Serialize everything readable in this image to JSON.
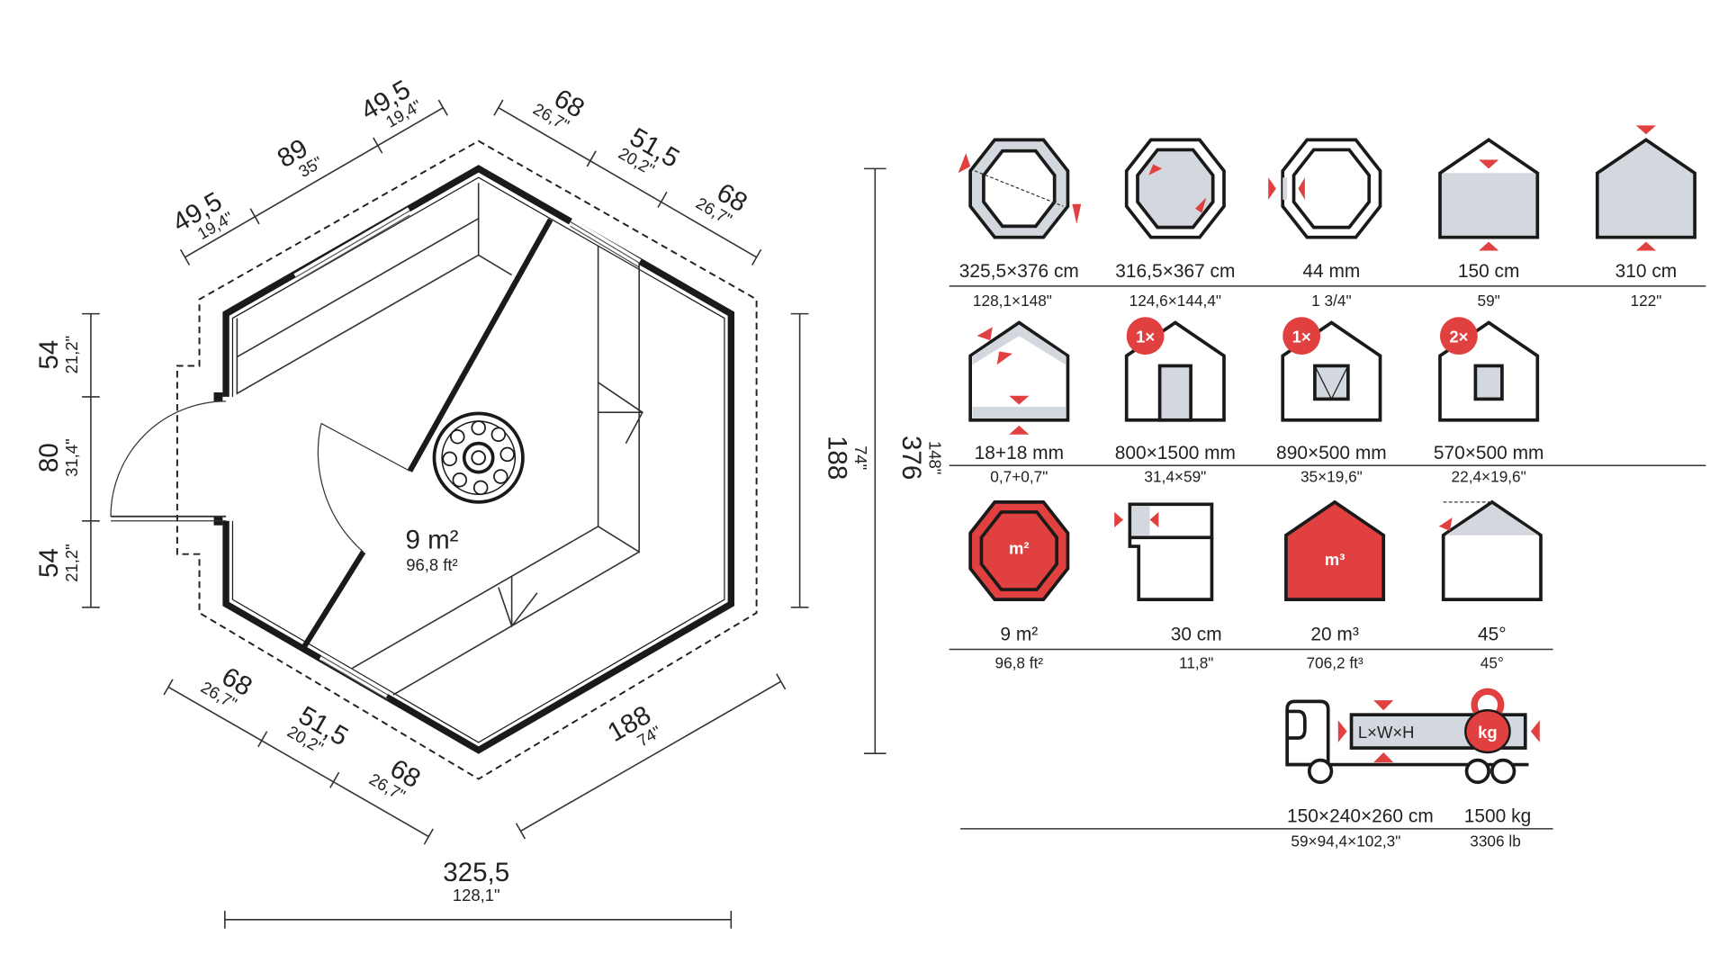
{
  "floor_plan": {
    "area": "9 m²",
    "area_imperial": "96,8 ft²",
    "left": [
      {
        "cm": "54",
        "in": "21,2\""
      },
      {
        "cm": "80",
        "in": "31,4\""
      },
      {
        "cm": "54",
        "in": "21,2\""
      }
    ],
    "right_wall": {
      "cm": "188",
      "in": "74\""
    },
    "depth": {
      "cm": "376",
      "in": "148\""
    },
    "width": {
      "cm": "325,5",
      "in": "128,1\""
    },
    "top_left": [
      {
        "cm": "49,5",
        "in": "19,4\""
      },
      {
        "cm": "89",
        "in": "35\""
      },
      {
        "cm": "49,5",
        "in": "19,4\""
      }
    ],
    "top_right": [
      {
        "cm": "68",
        "in": "26,7\""
      },
      {
        "cm": "51,5",
        "in": "20,2\""
      },
      {
        "cm": "68",
        "in": "26,7\""
      }
    ],
    "bottom_left": [
      {
        "cm": "68",
        "in": "26,7\""
      },
      {
        "cm": "51,5",
        "in": "20,2\""
      },
      {
        "cm": "68",
        "in": "26,7\""
      }
    ],
    "bottom_right": {
      "cm": "188",
      "in": "74\""
    }
  },
  "specs": {
    "row1": [
      {
        "value": "325,5×376 cm",
        "sub": "128,1×148\"",
        "icon": "outer-dimensions-icon"
      },
      {
        "value": "316,5×367 cm",
        "sub": "124,6×144,4\"",
        "icon": "inner-dimensions-icon"
      },
      {
        "value": "44 mm",
        "sub": "1 3/4\"",
        "icon": "wall-thickness-icon"
      },
      {
        "value": "150 cm",
        "sub": "59\"",
        "icon": "wall-height-icon"
      },
      {
        "value": "310 cm",
        "sub": "122\"",
        "icon": "ridge-height-icon"
      }
    ],
    "row2": [
      {
        "value": "18+18 mm",
        "sub": "0,7+0,7\"",
        "icon": "roof-floor-thickness-icon"
      },
      {
        "value": "800×1500 mm",
        "sub": "31,4×59\"",
        "badge": "1×",
        "icon": "door-icon"
      },
      {
        "value": "890×500 mm",
        "sub": "35×19,6\"",
        "badge": "1×",
        "icon": "tilt-window-icon"
      },
      {
        "value": "570×500 mm",
        "sub": "22,4×19,6\"",
        "badge": "2×",
        "icon": "fixed-window-icon"
      }
    ],
    "row3": [
      {
        "value": "9 m²",
        "sub": "96,8 ft²",
        "glyph": "m²",
        "icon": "floor-area-icon"
      },
      {
        "value": "30 cm",
        "sub": "11,8\"",
        "icon": "roof-overhang-icon"
      },
      {
        "value": "20 m³",
        "sub": "706,2 ft³",
        "glyph": "m³",
        "icon": "volume-icon"
      },
      {
        "value": "45°",
        "sub": "45°",
        "icon": "roof-pitch-icon"
      }
    ],
    "row4": [
      {
        "value": "150×240×260 cm",
        "sub": "59×94,4×102,3\"",
        "glyph": "L×W×H",
        "icon": "package-size-icon"
      },
      {
        "value": "1500 kg",
        "sub": "3306 lb",
        "glyph": "kg",
        "icon": "weight-icon"
      }
    ]
  },
  "colors": {
    "accent": "#e0403f",
    "fill": "#d3d8de",
    "line": "#1a1a1a"
  }
}
